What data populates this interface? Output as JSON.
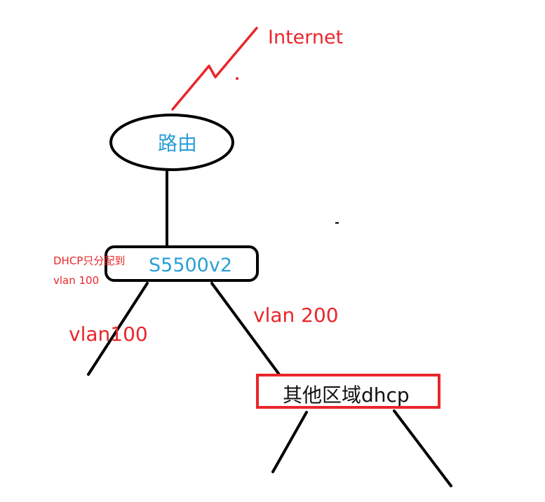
{
  "labels": {
    "internet": "Internet",
    "router": "路由",
    "switch": "S5500v2",
    "dhcp_note_line1": "DHCP只分配到",
    "dhcp_note_line2": "vlan 100",
    "vlan100": "vlan100",
    "vlan200": "vlan 200",
    "other_area": "其他区域dhcp"
  },
  "colors": {
    "red": "#e8262b",
    "blue": "#2a9fd6",
    "black": "#000000"
  }
}
